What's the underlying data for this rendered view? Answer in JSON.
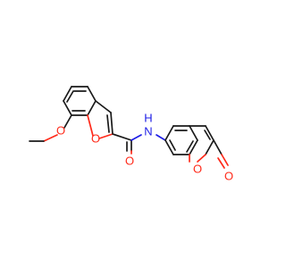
{
  "molecule": {
    "atoms": [
      {
        "symbol": "O",
        "color": "#ff2a1a"
      },
      {
        "symbol": "O",
        "color": "#ff2a1a"
      },
      {
        "symbol": "O",
        "color": "#ff2a1a"
      },
      {
        "symbol": "N",
        "color": "#1e1ee6"
      },
      {
        "symbol": "H",
        "color": "#1e1ee6"
      },
      {
        "symbol": "O",
        "color": "#ff2a1a"
      },
      {
        "symbol": "O",
        "color": "#ff2a1a"
      }
    ]
  }
}
